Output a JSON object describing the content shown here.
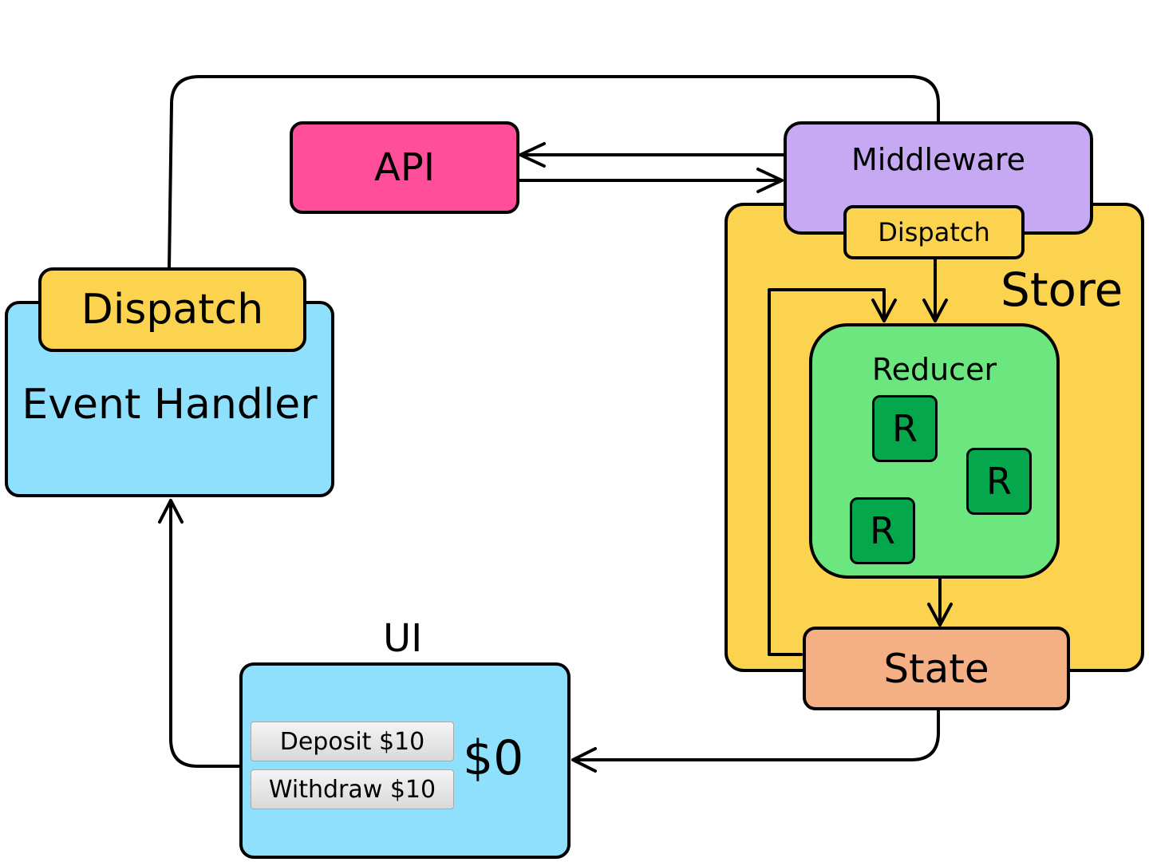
{
  "store": {
    "label": "Store"
  },
  "middleware": {
    "label": "Middleware",
    "dispatch_label": "Dispatch"
  },
  "api": {
    "label": "API"
  },
  "reducer": {
    "label": "Reducer",
    "sub_reducer_labels": [
      "R",
      "R",
      "R"
    ]
  },
  "state": {
    "label": "State"
  },
  "event_handler": {
    "label": "Event Handler",
    "dispatch_label": "Dispatch"
  },
  "ui": {
    "title": "UI",
    "deposit_button": "Deposit $10",
    "withdraw_button": "Withdraw $10",
    "balance": "$0"
  },
  "colors": {
    "store": "#fcd34f",
    "middleware": "#c6a9f2",
    "api": "#ff4f9b",
    "reducer": "#6ce77f",
    "sub_reducer": "#05a74c",
    "state": "#f4b084",
    "event_handler": "#8fe0fc",
    "dispatch": "#fcd34f",
    "ui": "#8fe0fc"
  }
}
